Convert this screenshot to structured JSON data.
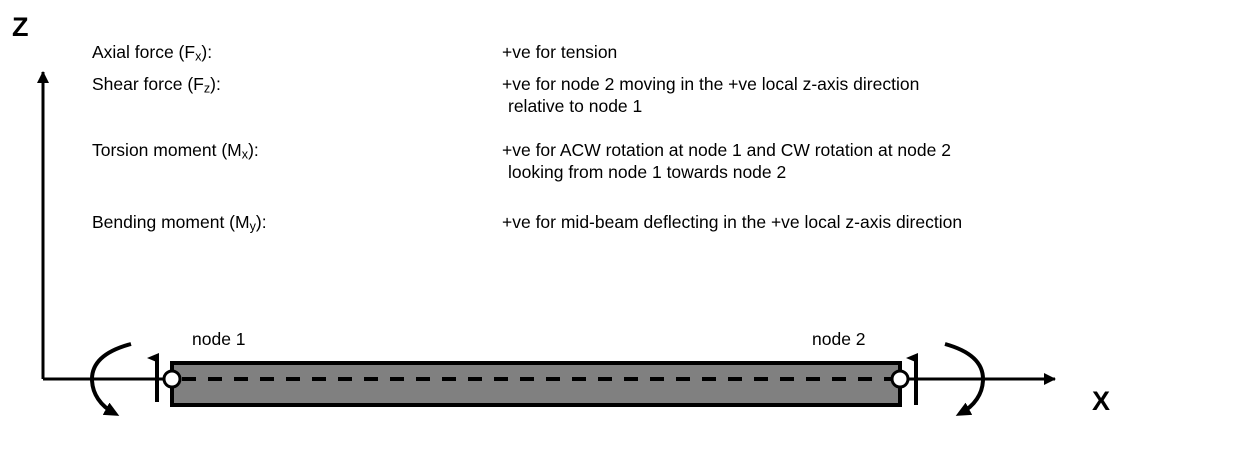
{
  "axes": {
    "z_label": "Z",
    "x_label": "X",
    "z_icon": "up-arrow-axis",
    "x_icon": "right-arrow-axis"
  },
  "conventions": {
    "rows": [
      {
        "term": "Axial force (F",
        "term_sub": "x",
        "term_tail": "):",
        "description": "+ve for tension",
        "continuation": ""
      },
      {
        "term": "Shear force (F",
        "term_sub": "z",
        "term_tail": "):",
        "description": "+ve for node 2 moving in the +ve local z-axis direction",
        "continuation": "relative to node 1"
      },
      {
        "term": "Torsion moment (M",
        "term_sub": "x",
        "term_tail": "):",
        "description": "+ve for ACW rotation at node 1 and CW rotation at node 2",
        "continuation": "looking from node 1 towards node 2"
      },
      {
        "term": "Bending moment (M",
        "term_sub": "y",
        "term_tail": "):",
        "description": "+ve for mid-beam deflecting in the +ve local z-axis direction",
        "continuation": ""
      }
    ]
  },
  "beam": {
    "node1_label": "node 1",
    "node2_label": "node 2",
    "fill_color": "#808080",
    "stroke_color": "#000000",
    "centerline_style": "dashed",
    "node_marker": "white-circle"
  },
  "annotations": {
    "node1_moment_icon": "curved-moment-arrow-cw-left",
    "node1_force_icon": "down-arrow-shear",
    "node2_moment_icon": "curved-moment-arrow-ccw-right",
    "node2_force_icon": "up-arrow-shear"
  }
}
